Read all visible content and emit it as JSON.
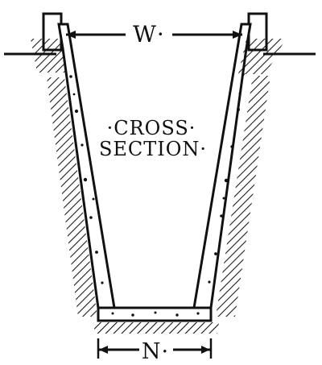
{
  "diagram": {
    "title_line1": "·CROSS·",
    "title_line2": "SECTION·",
    "top_width_label": "W·",
    "bottom_width_label": "N·",
    "colors": {
      "ink": "#111111",
      "paper": "#ffffff"
    }
  }
}
